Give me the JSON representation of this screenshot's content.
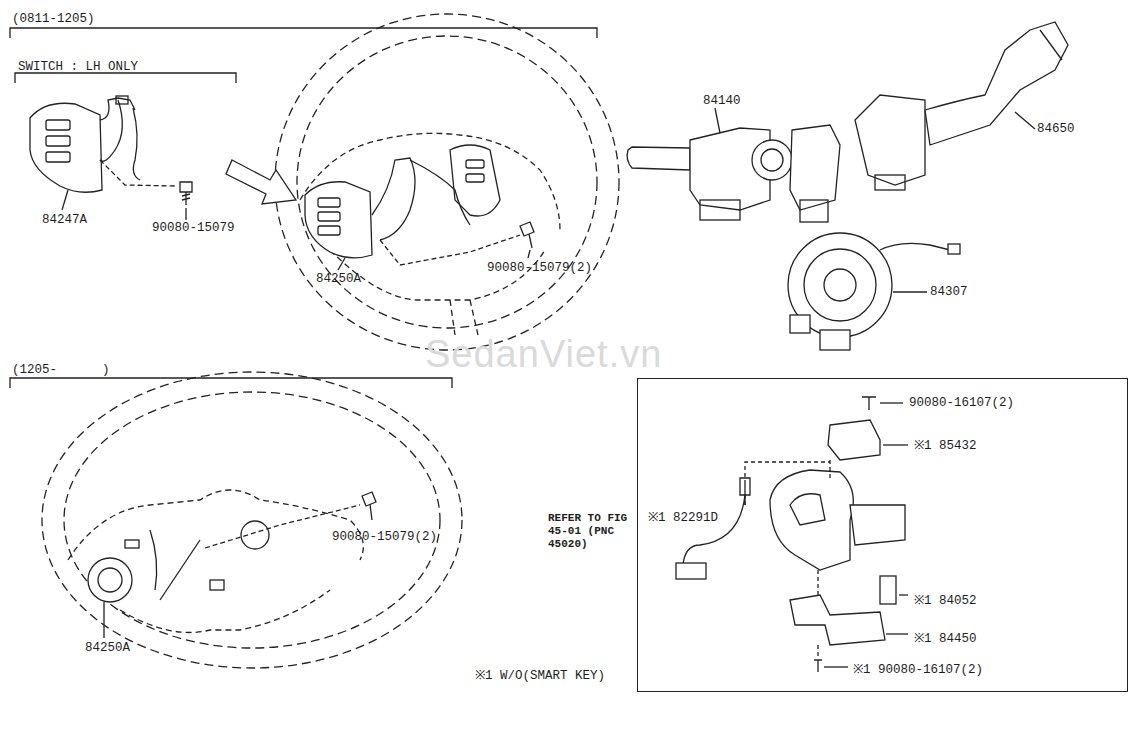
{
  "diagram": {
    "nodes": [
      {
        "text": [
          "90080-16107(2)",
          "※1 85432",
          "※1 82291D",
          "※1 84052",
          "※1 84450",
          "※1 90080-16107(2)"
        ]
      }
    ],
    "labels": [
      "(0811-1205)",
      "SWITCH : LH ONLY",
      "84247A",
      "90080-15079",
      "84250A",
      "90080-15079(2)",
      "84140",
      "84650",
      "84307",
      "SedanViet.vn",
      "(1205-      )",
      "90080-15079(2)",
      "84250A",
      "REFER TO FIG 45-01 (PNC 45020)",
      "※1 W/O(SMART KEY)"
    ]
  }
}
